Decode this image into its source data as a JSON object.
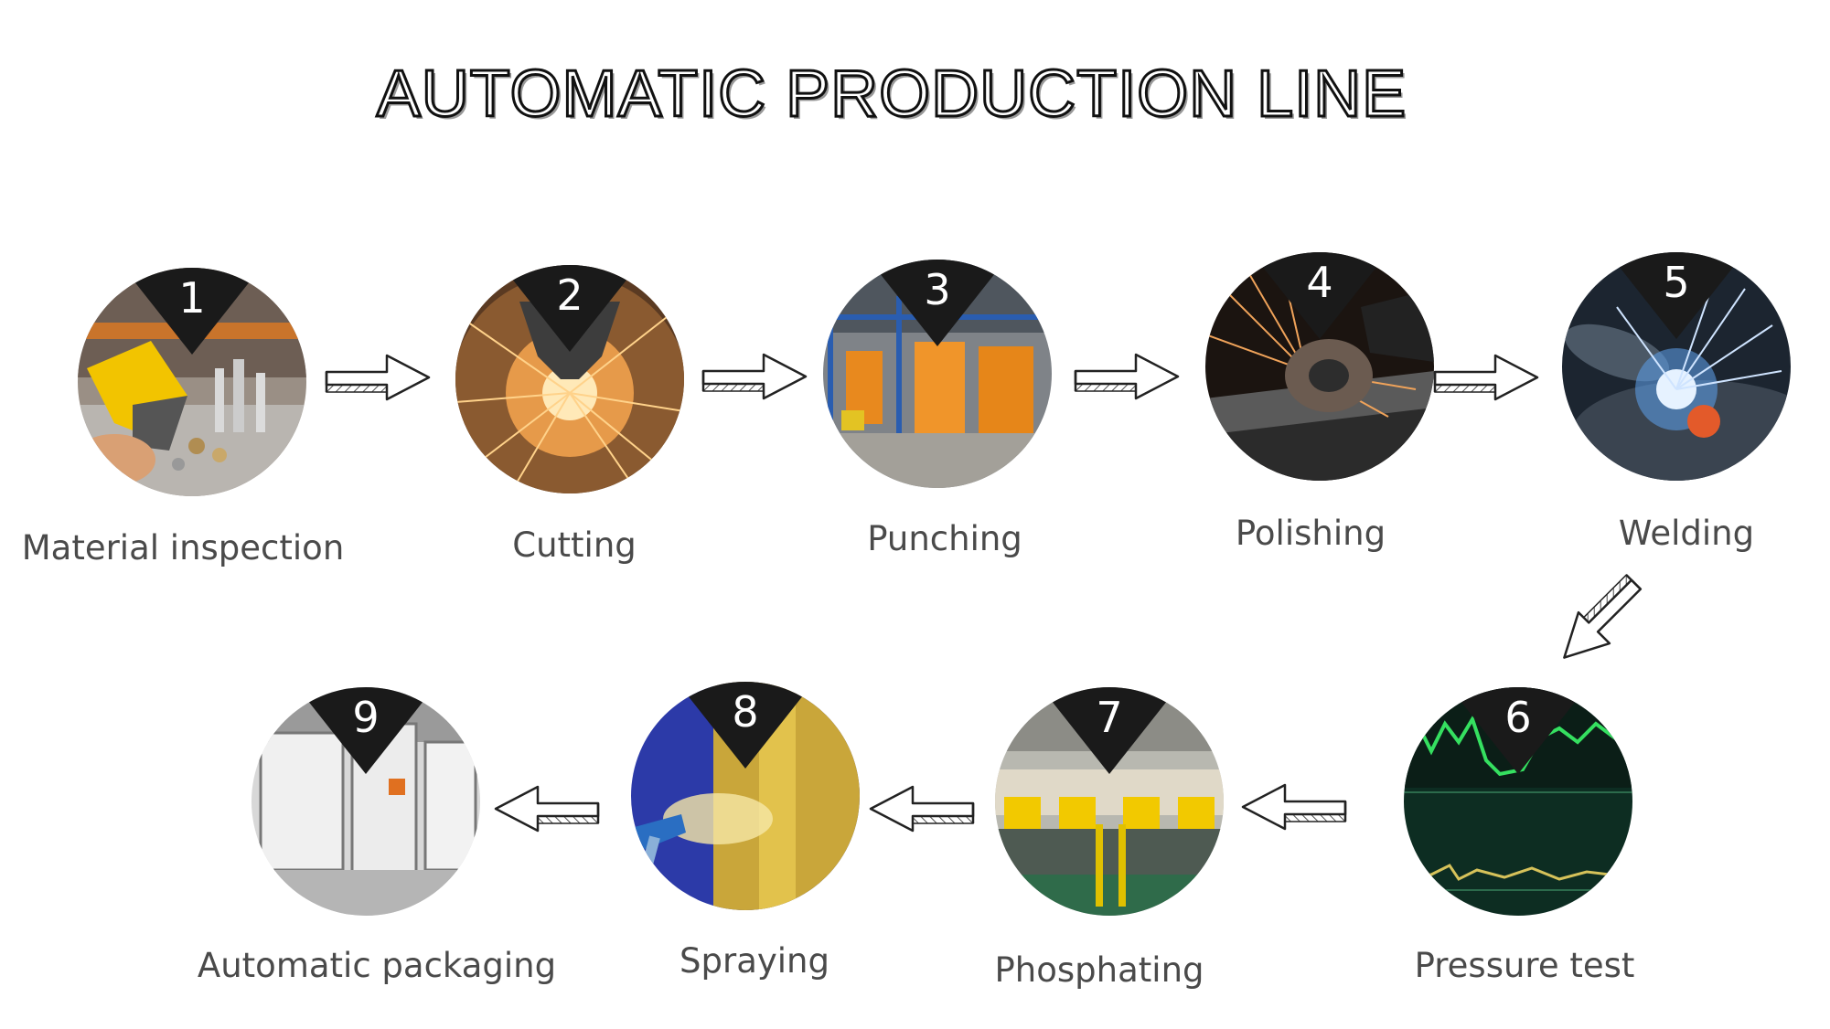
{
  "title": "AUTOMATIC PRODUCTION LINE",
  "steps": [
    {
      "number": "1",
      "label": "Material inspection"
    },
    {
      "number": "2",
      "label": "Cutting"
    },
    {
      "number": "3",
      "label": "Punching"
    },
    {
      "number": "4",
      "label": "Polishing"
    },
    {
      "number": "5",
      "label": "Welding"
    },
    {
      "number": "6",
      "label": "Pressure test"
    },
    {
      "number": "7",
      "label": "Phosphating"
    },
    {
      "number": "8",
      "label": "Spraying"
    },
    {
      "number": "9",
      "label": "Automatic packaging"
    }
  ],
  "colors": {
    "badge": "#1a1a1a",
    "label": "#4a4a4a",
    "arrow_stroke": "#222222"
  }
}
